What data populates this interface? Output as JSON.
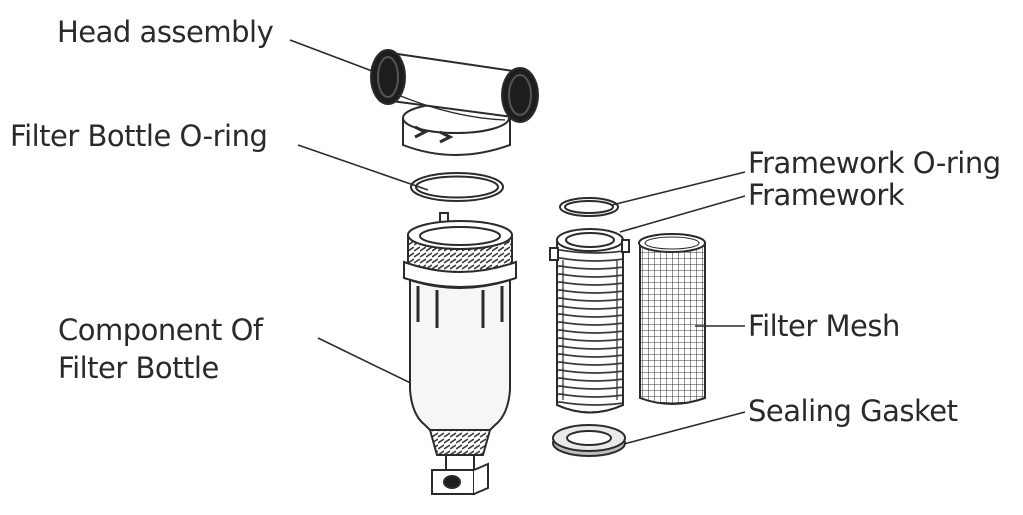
{
  "labels": {
    "head_assembly": "Head assembly",
    "filter_bottle_oring": "Filter Bottle O-ring",
    "component_line1": "Component Of",
    "component_line2": "Filter Bottle",
    "framework_oring": "Framework O-ring",
    "framework": "Framework",
    "filter_mesh": "Filter Mesh",
    "sealing_gasket": "Sealing Gasket"
  },
  "colors": {
    "line": "#2b2b2b",
    "text": "#2a2a2a",
    "hatch": "#3a3a3a",
    "body_fill": "#f6f6f6"
  }
}
